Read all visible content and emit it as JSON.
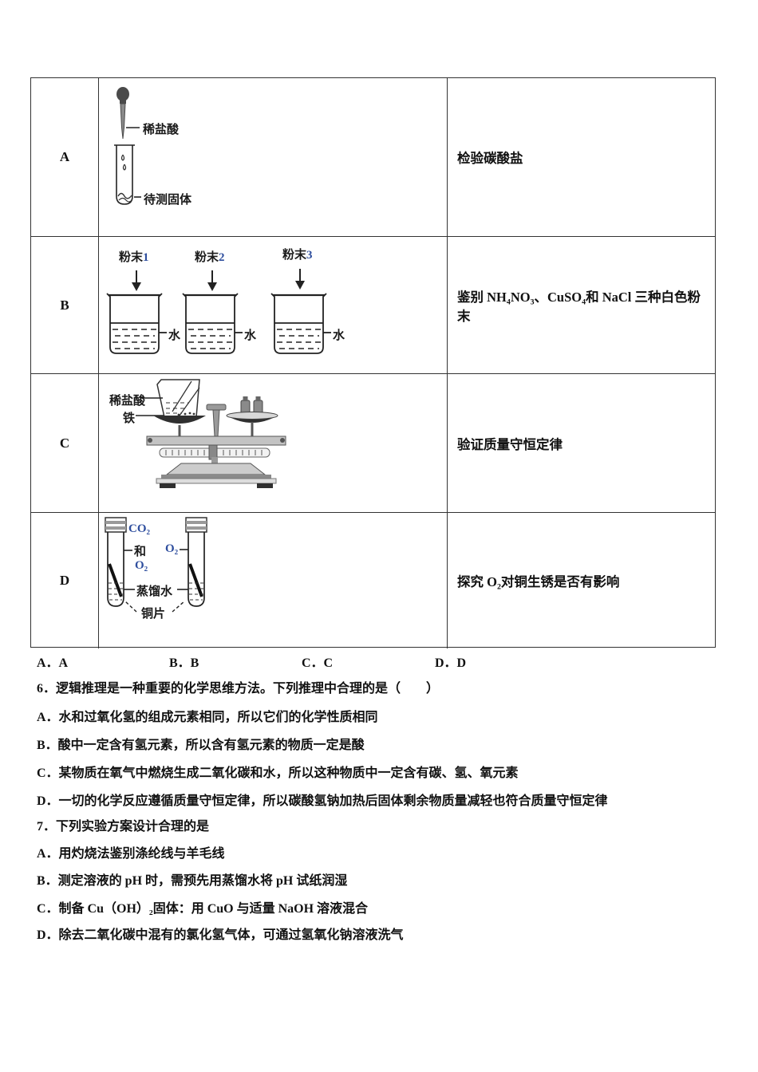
{
  "colors": {
    "formula_blue": "#2e4e9e",
    "text": "#111111",
    "table_border": "#333333",
    "page_bg": "#ffffff"
  },
  "table": {
    "rows": [
      {
        "label": "A",
        "description": "检验碳酸盐",
        "diagram": {
          "dropper_label": "稀盐酸",
          "solid_label": "待测固体"
        }
      },
      {
        "label": "B",
        "description": "鉴别 NH₄NO₃、CuSO₄和 NaCl 三种白色粉末",
        "diagram": {
          "powder_prefix": "粉末",
          "powder_nums": [
            "1",
            "2",
            "3"
          ],
          "water_label": "水"
        }
      },
      {
        "label": "C",
        "description": "验证质量守恒定律",
        "diagram": {
          "acid_label": "稀盐酸",
          "iron_label": "铁"
        }
      },
      {
        "label": "D",
        "description": "探究 O₂对铜生锈是否有影响",
        "diagram": {
          "left_gas_top": "CO₂",
          "left_gas_mid": "和",
          "left_gas_bottom": "O₂",
          "right_gas": "O₂",
          "water_label": "蒸馏水",
          "copper_label": "铜片"
        }
      }
    ]
  },
  "answer_row": {
    "options": [
      "A．A",
      "B．B",
      "C．C",
      "D．D"
    ]
  },
  "question6": {
    "stem": "6．逻辑推理是一种重要的化学思维方法。下列推理中合理的是（　　）",
    "options": [
      "A．水和过氧化氢的组成元素相同，所以它们的化学性质相同",
      "B．酸中一定含有氢元素，所以含有氢元素的物质一定是酸",
      "C．某物质在氧气中燃烧生成二氧化碳和水，所以这种物质中一定含有碳、氢、氧元素",
      "D．一切的化学反应遵循质量守恒定律，所以碳酸氢钠加热后固体剩余物质量减轻也符合质量守恒定律"
    ]
  },
  "question7": {
    "stem": "7．下列实验方案设计合理的是",
    "options": [
      "A．用灼烧法鉴别涤纶线与羊毛线",
      "B．测定溶液的 pH 时，需预先用蒸馏水将 pH 试纸润湿",
      "C．制备 Cu（OH）₂固体：用 CuO 与适量 NaOH 溶液混合",
      "D．除去二氧化碳中混有的氯化氢气体，可通过氢氧化钠溶液洗气"
    ]
  }
}
